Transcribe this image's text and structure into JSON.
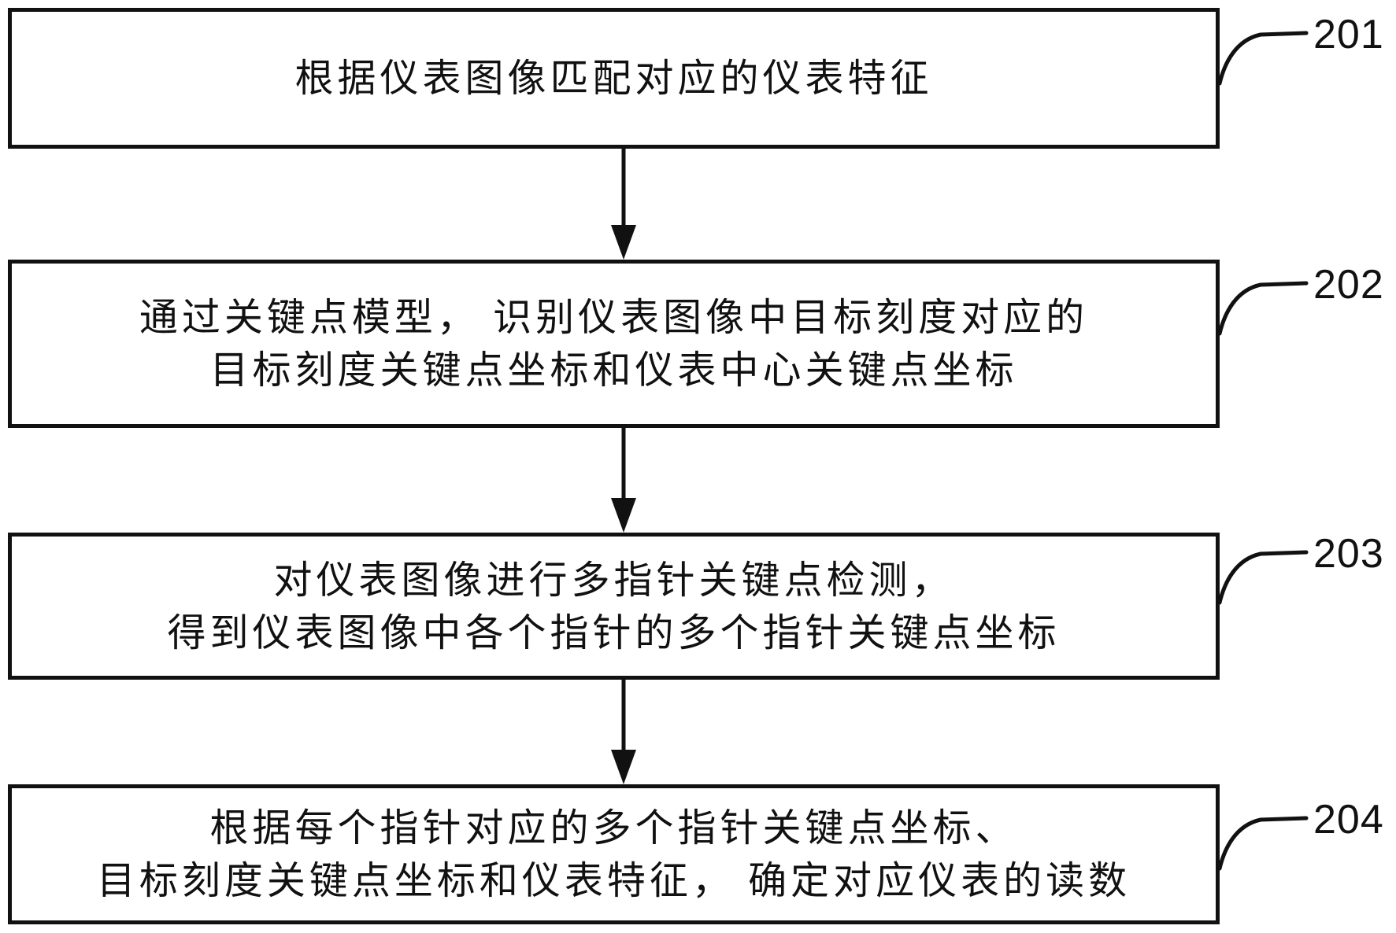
{
  "figure": {
    "type": "flowchart",
    "background_color": "#ffffff",
    "stroke_color": "#111111",
    "steps": [
      {
        "ref": "201",
        "lines": [
          "根据仪表图像匹配对应的仪表特征"
        ]
      },
      {
        "ref": "202",
        "lines": [
          "通过关键点模型， 识别仪表图像中目标刻度对应的",
          "目标刻度关键点坐标和仪表中心关键点坐标"
        ]
      },
      {
        "ref": "203",
        "lines": [
          "对仪表图像进行多指针关键点检测，",
          "得到仪表图像中各个指针的多个指针关键点坐标"
        ]
      },
      {
        "ref": "204",
        "lines": [
          "根据每个指针对应的多个指针关键点坐标、",
          "目标刻度关键点坐标和仪表特征， 确定对应仪表的读数"
        ]
      }
    ]
  }
}
